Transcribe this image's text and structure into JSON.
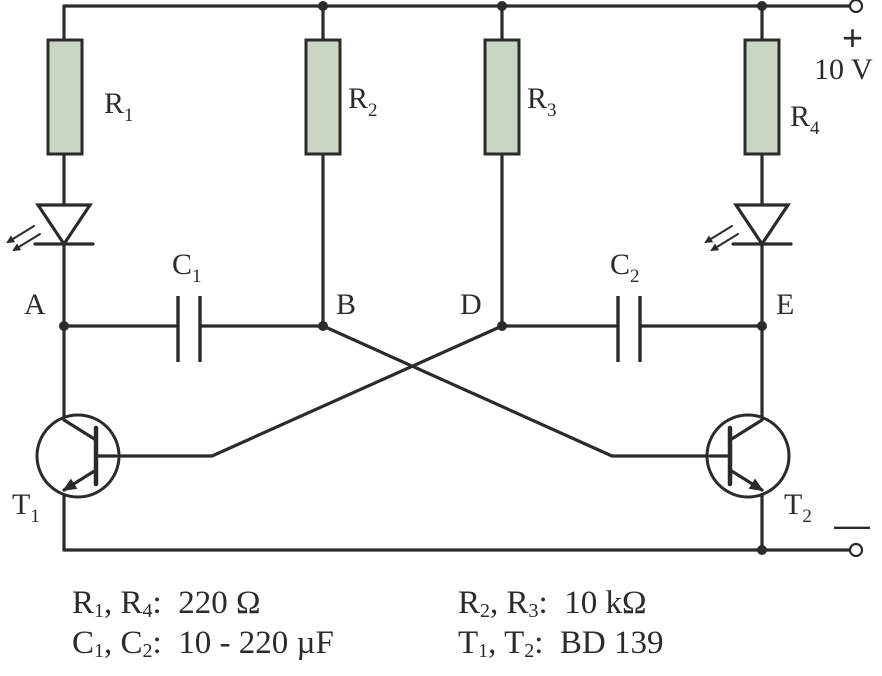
{
  "supply": {
    "plus": "+",
    "minus": "—",
    "voltage": "10 V"
  },
  "components": {
    "resistors": [
      {
        "id": "R1",
        "base": "R",
        "index": "1"
      },
      {
        "id": "R2",
        "base": "R",
        "index": "2"
      },
      {
        "id": "R3",
        "base": "R",
        "index": "3"
      },
      {
        "id": "R4",
        "base": "R",
        "index": "4"
      }
    ],
    "capacitors": [
      {
        "id": "C1",
        "base": "C",
        "index": "1"
      },
      {
        "id": "C2",
        "base": "C",
        "index": "2"
      }
    ],
    "transistors": [
      {
        "id": "T1",
        "base": "T",
        "index": "1"
      },
      {
        "id": "T2",
        "base": "T",
        "index": "2"
      }
    ],
    "leds": [
      "led-left",
      "led-right"
    ]
  },
  "nodes": {
    "A": "A",
    "B": "B",
    "D": "D",
    "E": "E"
  },
  "legend": [
    {
      "items": [
        {
          "base": "R",
          "sub": "1",
          "sep": ", "
        },
        {
          "base": "R",
          "sub": "4",
          "sep": ":"
        }
      ],
      "value": "220 Ω"
    },
    {
      "items": [
        {
          "base": "R",
          "sub": "2",
          "sep": ", "
        },
        {
          "base": "R",
          "sub": "3",
          "sep": ":"
        }
      ],
      "value": "10 kΩ"
    },
    {
      "items": [
        {
          "base": "C",
          "sub": "1",
          "sep": ", "
        },
        {
          "base": "C",
          "sub": "2",
          "sep": ":"
        }
      ],
      "value": "10 - 220 µF"
    },
    {
      "items": [
        {
          "base": "T",
          "sub": "1",
          "sep": ", "
        },
        {
          "base": "T",
          "sub": "2",
          "sep": ":"
        }
      ],
      "value": "BD 139"
    }
  ],
  "colors": {
    "line": "#2b2b2b",
    "resistor_fill": "#c9d6c2",
    "background": "#ffffff"
  }
}
